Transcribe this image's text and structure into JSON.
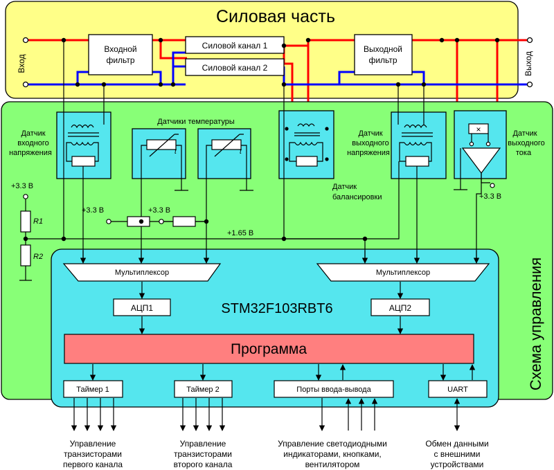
{
  "power": {
    "title": "Силовая часть",
    "input_label": "Вход",
    "output_label": "Выход",
    "input_filter": [
      "Входной",
      "фильтр"
    ],
    "output_filter": [
      "Выходной",
      "фильтр"
    ],
    "channel1": "Силовой канал 1",
    "channel2": "Силовой канал 2"
  },
  "control": {
    "title": "Схема управления",
    "mcu": "STM32F103RBT6",
    "program": "Программа",
    "mux1": "Мультиплексор",
    "mux2": "Мультиплексор",
    "adc1": "АЦП1",
    "adc2": "АЦП2",
    "timer1": "Таймер 1",
    "timer2": "Таймер 2",
    "io_ports": "Порты ввода-вывода",
    "uart": "UART"
  },
  "sensors": {
    "input_voltage": [
      "Датчик",
      "входного",
      "напряжения"
    ],
    "temperature": "Датчики температуры",
    "balance": [
      "Датчик",
      "балансировки"
    ],
    "output_voltage": [
      "Датчик",
      "выходного",
      "напряжения"
    ],
    "output_current": [
      "Датчик",
      "выходного",
      "тока"
    ],
    "t_mark": "t",
    "x_mark": "×"
  },
  "supply": {
    "v33_left": "+3.3 В",
    "v33_a": "+3.3 В",
    "v33_b": "+3.3 В",
    "v33_right": "+3.3 В",
    "v165": "+1.65 В",
    "r1": "R1",
    "r2": "R2"
  },
  "outputs": {
    "timer1": [
      "Управление",
      "транзисторами",
      "первого канала"
    ],
    "timer2": [
      "Управление",
      "транзисторами",
      "второго канала"
    ],
    "io": [
      "Управление светодиодными",
      "индикаторами, кнопками,",
      "вентилятором"
    ],
    "uart": [
      "Обмен данными",
      "с внешними",
      "устройствами"
    ]
  },
  "colors": {
    "power_bg": "#ffff88",
    "control_bg": "#88ff77",
    "mcu_bg": "#55e6ee",
    "program_bg": "#ff7f7f",
    "positive_rail": "#ff0000",
    "negative_rail": "#0000ff"
  }
}
